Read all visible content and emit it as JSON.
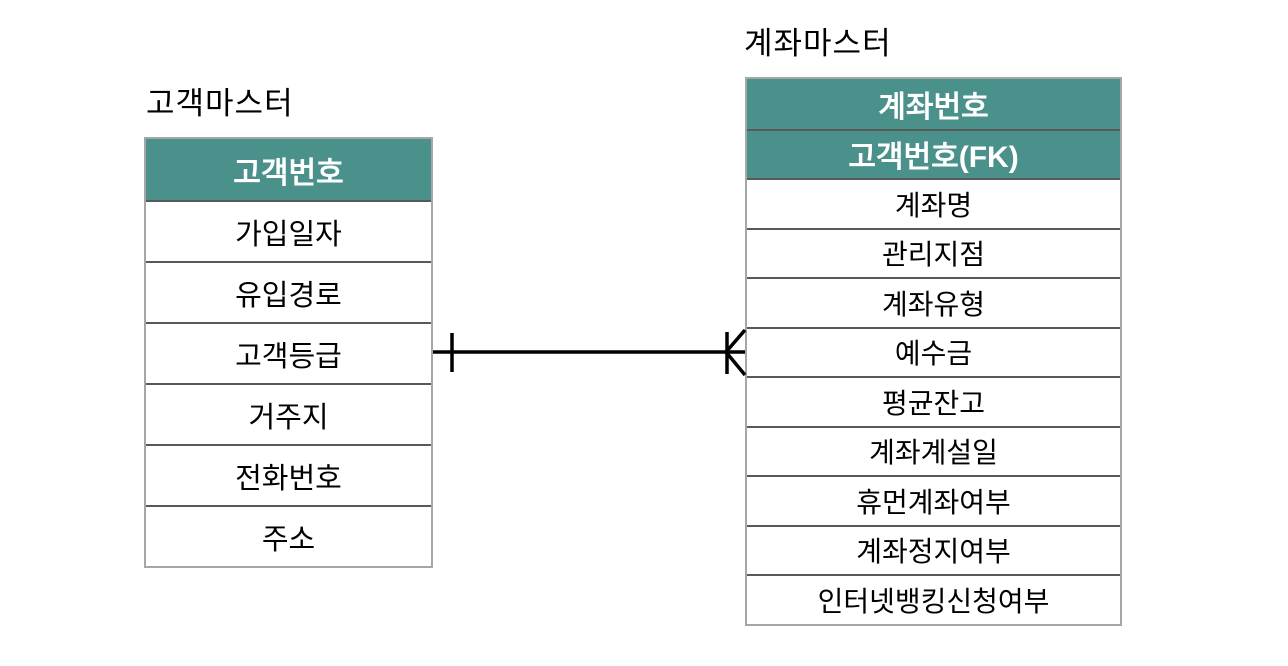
{
  "diagram": {
    "type": "entity-relationship-diagram",
    "notation": "crow-foot",
    "entities": [
      {
        "title": "고객마스터",
        "key_attributes": [
          "고객번호"
        ],
        "attributes": [
          "가입일자",
          "유입경로",
          "고객등급",
          "거주지",
          "전화번호",
          "주소"
        ]
      },
      {
        "title": "계좌마스터",
        "key_attributes": [
          "계좌번호",
          "고객번호(FK)"
        ],
        "attributes": [
          "계좌명",
          "관리지점",
          "계좌유형",
          "예수금",
          "평균잔고",
          "계좌계설일",
          "휴먼계좌여부",
          "계좌정지여부",
          "인터넷뱅킹신청여부"
        ]
      }
    ],
    "relationship": {
      "from_entity": "고객마스터",
      "to_entity": "계좌마스터",
      "from_cardinality": "one",
      "to_cardinality": "many"
    },
    "colors": {
      "header_bg": "#4A918C",
      "header_text": "#FFFFFF",
      "body_text": "#000000",
      "outer_border": "#A6A6A6",
      "row_divider": "#595959",
      "connector": "#000000",
      "background": "#FFFFFF"
    }
  }
}
